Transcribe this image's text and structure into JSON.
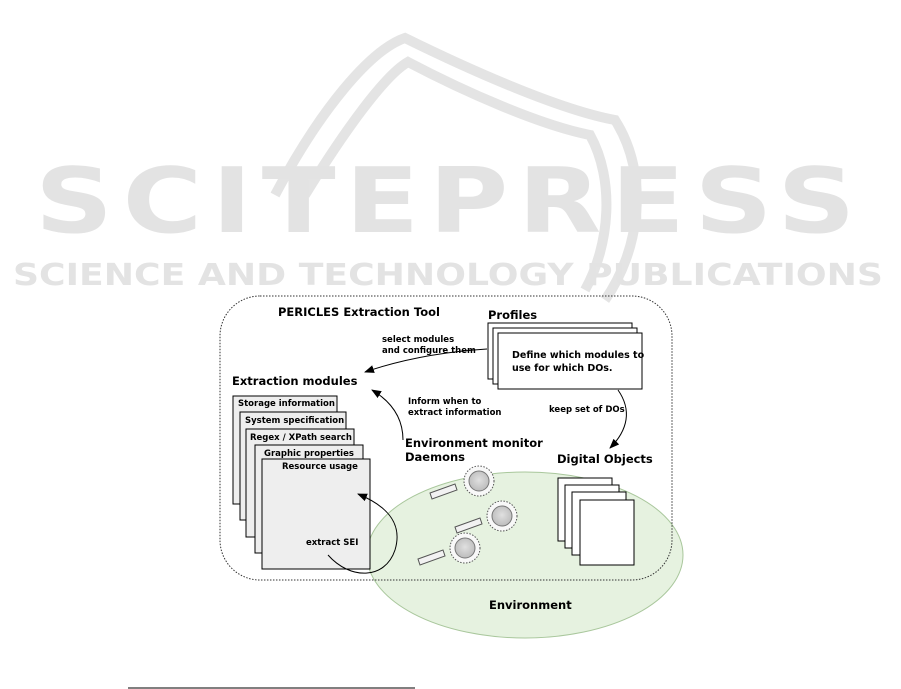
{
  "watermark": {
    "title": "SCITEPRESS",
    "subtitle": "SCIENCE AND TECHNOLOGY PUBLICATIONS"
  },
  "diagram": {
    "tool_title": "PERICLES Extraction Tool",
    "profiles": {
      "title": "Profiles",
      "line1": "Define which modules to",
      "line2": "use for which DOs."
    },
    "extraction_modules": {
      "title": "Extraction modules",
      "modules": [
        "Storage information",
        "System specification",
        "Regex / XPath search",
        "Graphic properties",
        "Resource usage"
      ]
    },
    "arrows": {
      "select_line1": "select modules",
      "select_line2": "and configure them",
      "inform_line1": "Inform when to",
      "inform_line2": "extract information",
      "keep": "keep set of DOs",
      "extract": "extract SEI"
    },
    "env_monitor": {
      "line1": "Environment monitor",
      "line2": "Daemons"
    },
    "digital_objects": {
      "title": "Digital Objects"
    },
    "environment": {
      "label": "Environment"
    }
  },
  "colors": {
    "environment_fill": "#e6f2e0",
    "environment_stroke": "#a9c79c",
    "module_fill": "#eeeeee",
    "watermark": "#e3e3e3"
  }
}
